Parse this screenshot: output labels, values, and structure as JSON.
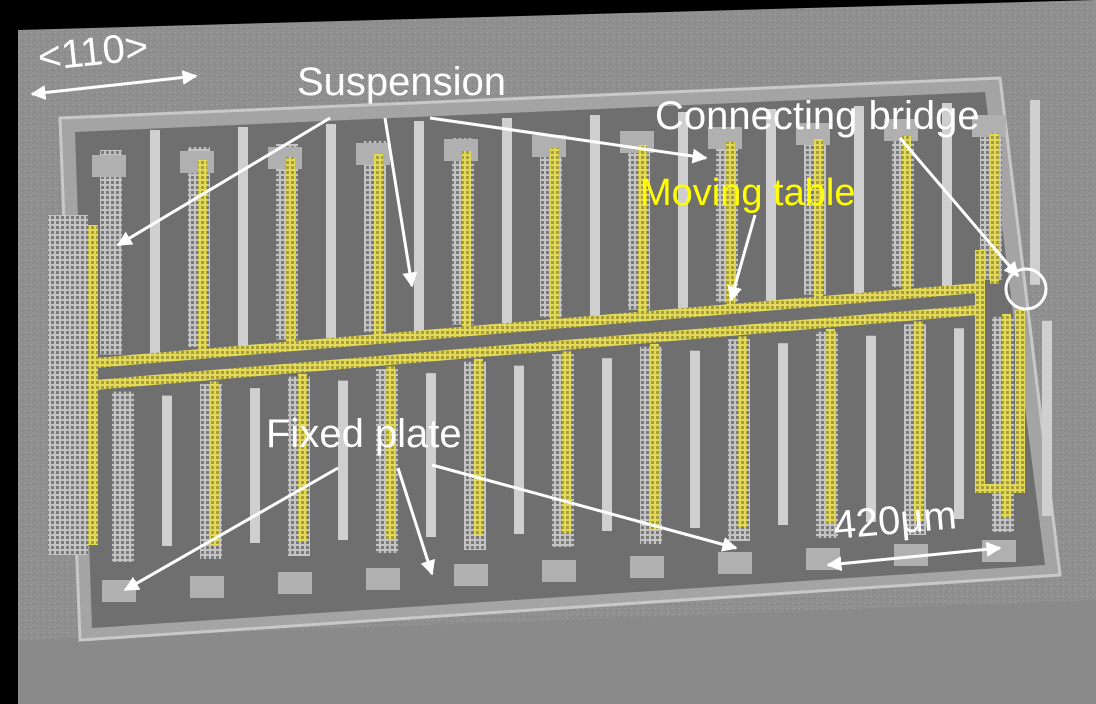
{
  "image": {
    "background": "#000000",
    "substrate_color": "#9a9a9a",
    "structure_color": "#b7b7b7",
    "moving_table_color": "#d8d24a"
  },
  "annotations": {
    "orientation": "<110>",
    "suspension": "Suspension",
    "connecting_bridge": "Connecting bridge",
    "moving_table": "Moving table",
    "fixed_plate": "Fixed plate",
    "scale": "420μm"
  },
  "colors": {
    "label_white": "#ffffff",
    "label_yellow": "#ffff00",
    "arrow": "#ffffff"
  }
}
